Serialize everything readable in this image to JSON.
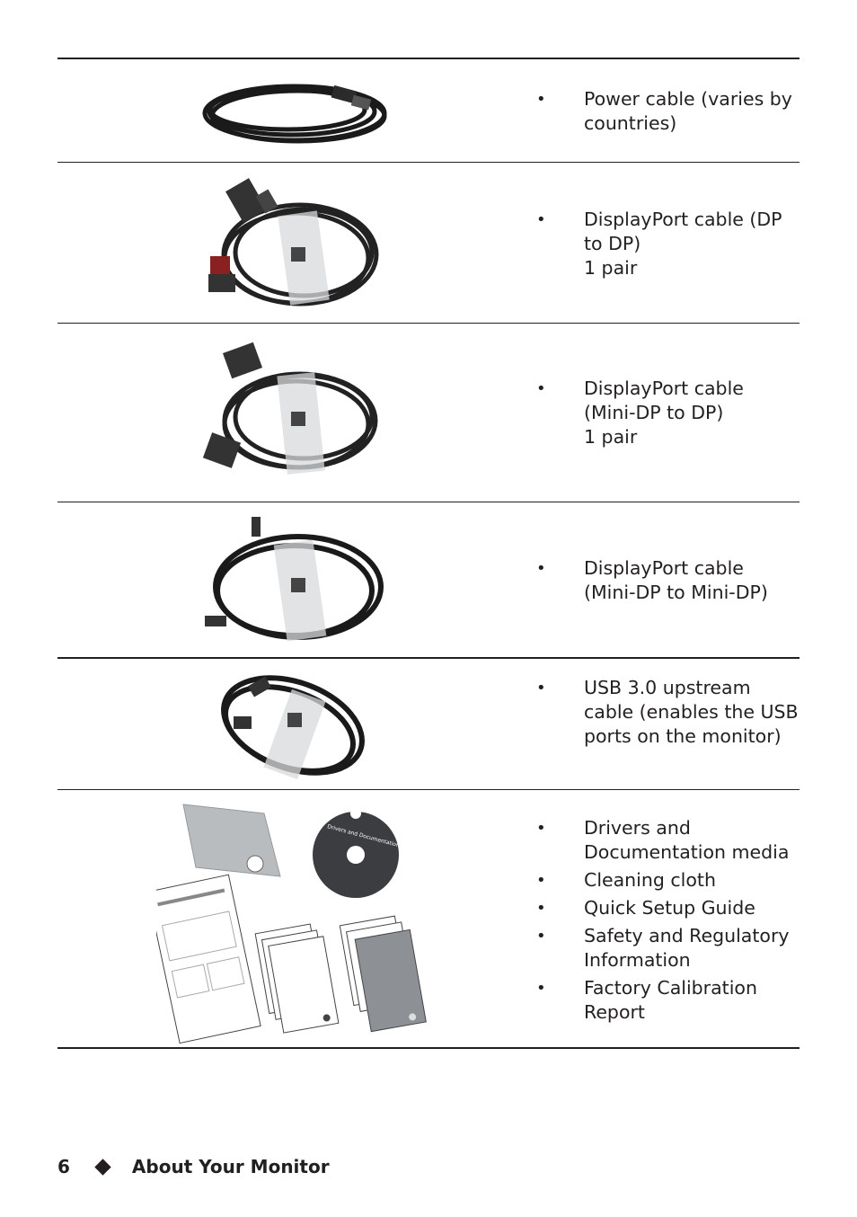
{
  "rows": [
    {
      "items": [
        "Power cable (varies by countries)"
      ]
    },
    {
      "items": [
        "DisplayPort cable (DP to DP)",
        "1 pair"
      ]
    },
    {
      "items": [
        "DisplayPort cable (Mini-DP to DP)",
        "1 pair"
      ]
    },
    {
      "items": [
        "DisplayPort cable (Mini-DP to Mini-DP)"
      ]
    },
    {
      "items": [
        "USB 3.0 upstream cable (enables the USB ports on the monitor)"
      ]
    },
    {
      "items": [
        "Drivers and Documentation media",
        "Cleaning cloth",
        "Quick Setup Guide",
        "Safety and Regulatory Information",
        "Factory Calibration Report"
      ]
    }
  ],
  "footer": {
    "page_number": "6",
    "section_title": "About Your Monitor"
  },
  "disc": {
    "line1": "Drivers and Documentation"
  }
}
